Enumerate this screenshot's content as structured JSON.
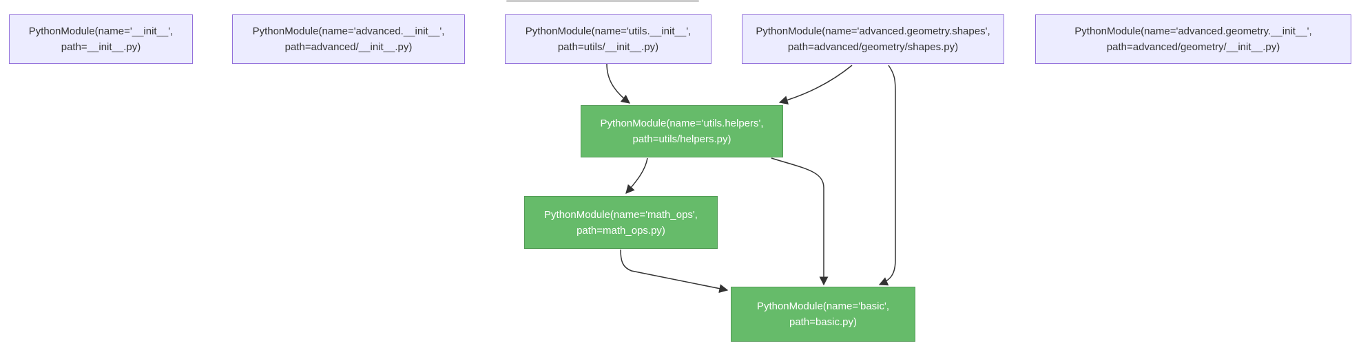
{
  "diagram": {
    "kind": "python-module-dependency-graph",
    "background_color": "#ffffff",
    "colors": {
      "default_node_fill": "#ECECFF",
      "default_node_border": "#9370DB",
      "default_node_text": "#333333",
      "highlight_node_fill": "#66BB6A",
      "highlight_node_border": "#529955",
      "highlight_node_text": "#ffffff",
      "edge_color": "#333333"
    },
    "nodes": [
      {
        "id": "init",
        "style": "default",
        "line1": "PythonModule(name='__init__',",
        "line2": "path=__init__.py)"
      },
      {
        "id": "advanced_init",
        "style": "default",
        "line1": "PythonModule(name='advanced.__init__',",
        "line2": "path=advanced/__init__.py)"
      },
      {
        "id": "utils_init",
        "style": "default",
        "line1": "PythonModule(name='utils.__init__',",
        "line2": "path=utils/__init__.py)"
      },
      {
        "id": "advanced_geometry_shapes",
        "style": "default",
        "line1": "PythonModule(name='advanced.geometry.shapes',",
        "line2": "path=advanced/geometry/shapes.py)"
      },
      {
        "id": "advanced_geometry_init",
        "style": "default",
        "line1": "PythonModule(name='advanced.geometry.__init__',",
        "line2": "path=advanced/geometry/__init__.py)"
      },
      {
        "id": "utils_helpers",
        "style": "highlight",
        "line1": "PythonModule(name='utils.helpers',",
        "line2": "path=utils/helpers.py)"
      },
      {
        "id": "math_ops",
        "style": "highlight",
        "line1": "PythonModule(name='math_ops',",
        "line2": "path=math_ops.py)"
      },
      {
        "id": "basic",
        "style": "highlight",
        "line1": "PythonModule(name='basic',",
        "line2": "path=basic.py)"
      }
    ],
    "edges": [
      {
        "from": "utils_init",
        "to": "utils_helpers"
      },
      {
        "from": "advanced_geometry_shapes",
        "to": "utils_helpers"
      },
      {
        "from": "advanced_geometry_shapes",
        "to": "basic"
      },
      {
        "from": "utils_helpers",
        "to": "math_ops"
      },
      {
        "from": "utils_helpers",
        "to": "basic"
      },
      {
        "from": "math_ops",
        "to": "basic"
      }
    ]
  }
}
